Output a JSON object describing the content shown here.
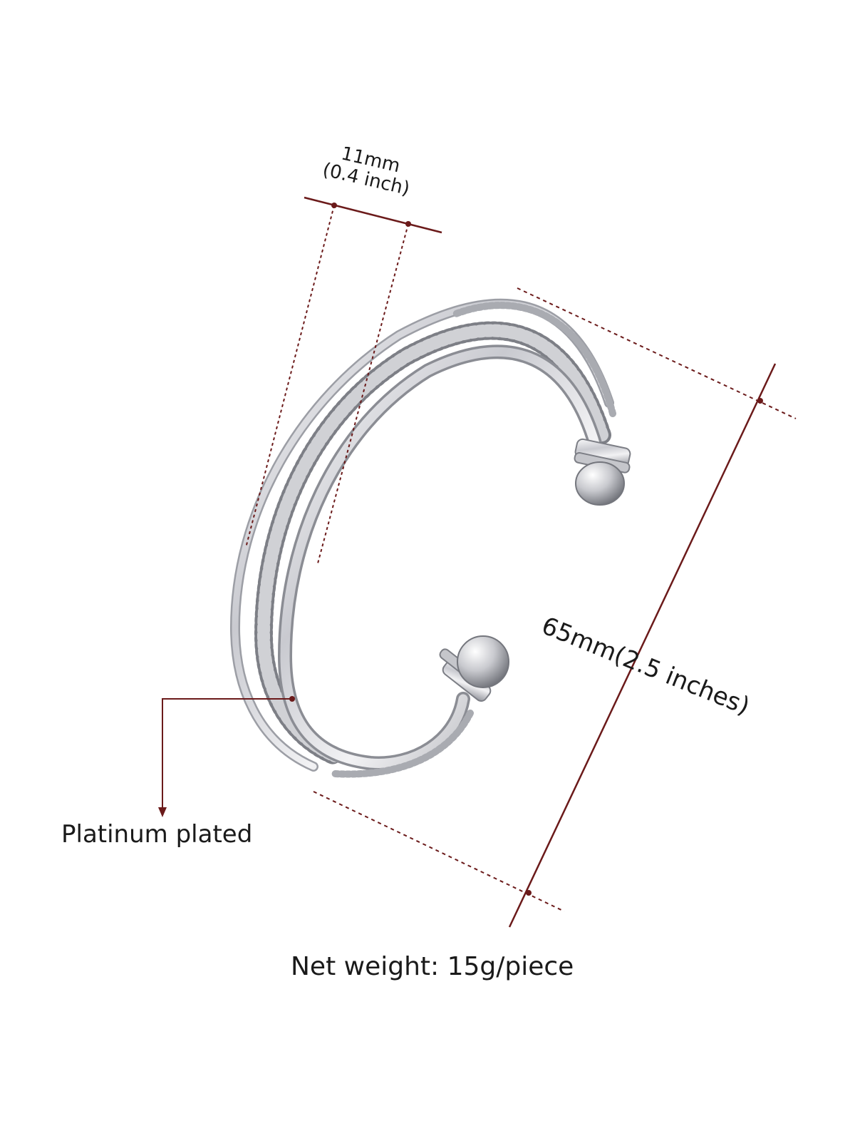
{
  "product": {
    "width_line1": "11mm",
    "width_line2": "(0.4 inch)",
    "diameter": "65mm(2.5 inches)",
    "finish": "Platinum  plated",
    "weight": "Net weight: 15g/piece"
  },
  "colors": {
    "dimension_line": "#6b1a1a",
    "text": "#1a1a1a",
    "metal_light": "#f4f4f6",
    "metal_dark": "#8a8c94",
    "background": "#ffffff"
  }
}
